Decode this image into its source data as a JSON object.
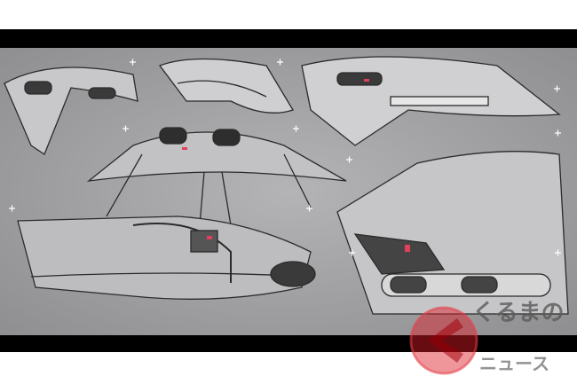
{
  "image": {
    "subject": "car-interior-concept-sketches",
    "colors": {
      "background": "#a9a9ab",
      "frame": "#000000",
      "accent": "#e0405a"
    }
  },
  "watermark": {
    "line1": "くるまの",
    "line2": "ニュース"
  }
}
